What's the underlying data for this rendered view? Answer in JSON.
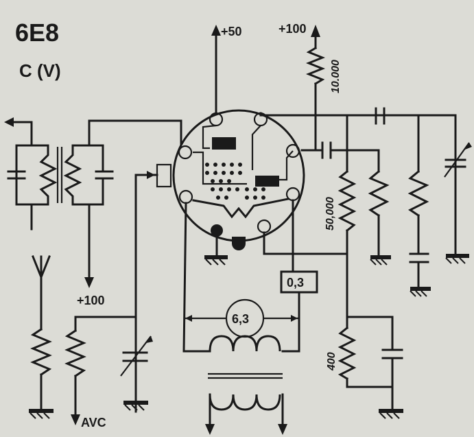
{
  "tube": {
    "type": "6E8",
    "pinout": "C (V)"
  },
  "labels": {
    "plus50": "+50",
    "plus100_top": "+100",
    "plus100_left": "+100",
    "r_10000": "10.000",
    "r_50000": "50,000",
    "r_400": "400",
    "fuse": "0,3",
    "heater": "6,3",
    "avc": "AVC"
  }
}
